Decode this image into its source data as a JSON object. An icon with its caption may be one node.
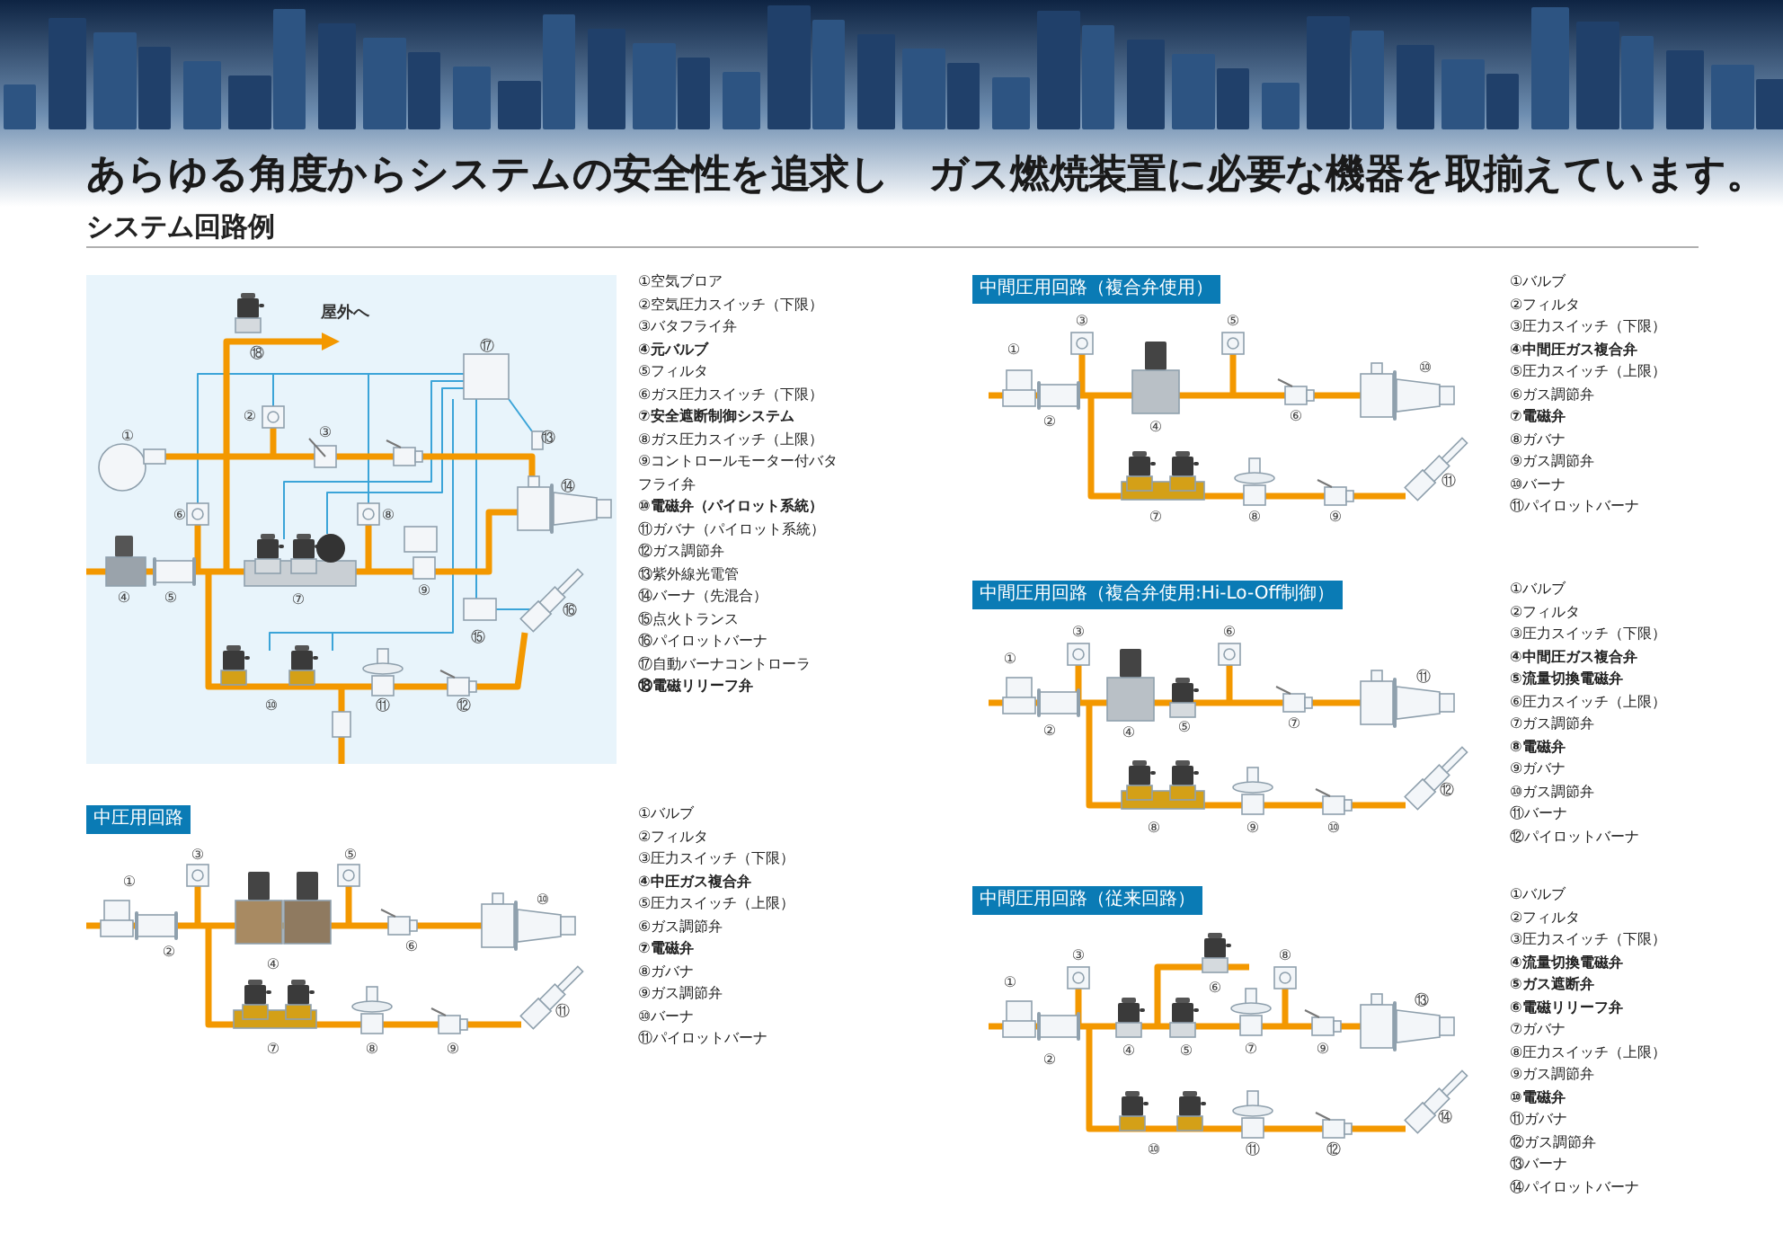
{
  "diagram": {
    "title": "あらゆる角度からシステムの安全性を追求し　ガス燃焼装置に必要な機器を取揃えています。",
    "nodes": [
      {
        "text": [
          "中圧用回路"
        ]
      },
      {
        "text": [
          "中間圧用回路（複合弁使用）"
        ]
      },
      {
        "text": [
          "中間圧用回路（複合弁使用:Hi-Lo-Off制御）"
        ]
      },
      {
        "text": [
          "中間圧用回路（従来回路）"
        ]
      }
    ],
    "labels": [
      "システム回路例",
      "⑱",
      "屋外へ",
      "⑰",
      "①",
      "②",
      "③",
      "⑬",
      "⑭",
      "⑥",
      "⑧",
      "④",
      "⑤",
      "⑦",
      "⑨",
      "⑮",
      "⑯",
      "⑩",
      "⑪",
      "⑫",
      "①空気ブロア",
      "②空気圧力スイッチ（下限）",
      "③バタフライ弁",
      "④元バルブ",
      "⑤フィルタ",
      "⑥ガス圧力スイッチ（下限）",
      "⑦安全遮断制御システム",
      "⑧ガス圧力スイッチ（上限）",
      "⑨コントロールモーター付バタフライ弁",
      "⑩電磁弁（パイロット系統）",
      "⑪ガバナ（パイロット系統）",
      "⑫ガス調節弁",
      "⑬紫外線光電管",
      "⑭バーナ（先混合）",
      "⑮点火トランス",
      "⑯パイロットバーナ",
      "⑰自動バーナコントローラ",
      "⑱電磁リリーフ弁",
      "③",
      "⑤",
      "①",
      "⑩",
      "②",
      "⑥",
      "④",
      "⑪",
      "⑦",
      "⑧",
      "⑨",
      "①バルブ",
      "②フィルタ",
      "③圧力スイッチ（下限）",
      "④中圧ガス複合弁",
      "⑤圧力スイッチ（上限）",
      "⑥ガス調節弁",
      "⑦電磁弁",
      "⑧ガバナ",
      "⑨ガス調節弁",
      "⑩バーナ",
      "⑪パイロットバーナ",
      "③",
      "⑤",
      "①",
      "⑩",
      "②",
      "⑥",
      "④",
      "⑪",
      "⑦",
      "⑧",
      "⑨",
      "①バルブ",
      "②フィルタ",
      "③圧力スイッチ（下限）",
      "④中間圧ガス複合弁",
      "⑤圧力スイッチ（上限）",
      "⑥ガス調節弁",
      "⑦電磁弁",
      "⑧ガバナ",
      "⑨ガス調節弁",
      "⑩バーナ",
      "⑪パイロットバーナ",
      "③",
      "⑥",
      "①",
      "⑪",
      "②",
      "④",
      "⑤",
      "⑦",
      "⑫",
      "⑧",
      "⑨",
      "⑩",
      "①バルブ",
      "②フィルタ",
      "③圧力スイッチ（下限）",
      "④中間圧ガス複合弁",
      "⑤流量切換電磁弁",
      "⑥圧力スイッチ（上限）",
      "⑦ガス調節弁",
      "⑧電磁弁",
      "⑨ガバナ",
      "⑩ガス調節弁",
      "⑪バーナ",
      "⑫パイロットバーナ",
      "⑥",
      "③",
      "⑧",
      "①",
      "⑬",
      "④",
      "⑤",
      "⑦",
      "⑨",
      "②",
      "⑭",
      "⑩",
      "⑪",
      "⑫",
      "①バルブ",
      "②フィルタ",
      "③圧力スイッチ（下限）",
      "④流量切換電磁弁",
      "⑤ガス遮断弁",
      "⑥電磁リリーフ弁",
      "⑦ガバナ",
      "⑧圧力スイッチ（上限）",
      "⑨ガス調節弁",
      "⑩電磁弁",
      "⑪ガバナ",
      "⑫ガス調節弁",
      "⑬バーナ",
      "⑭パイロットバーナ"
    ]
  }
}
